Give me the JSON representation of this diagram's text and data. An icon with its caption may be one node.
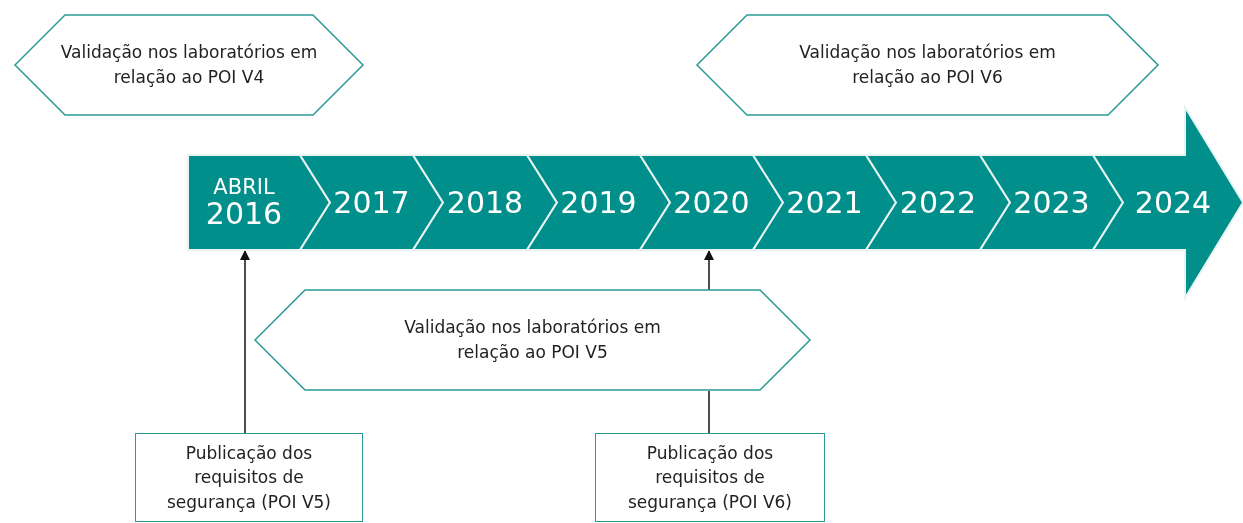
{
  "diagram": {
    "nodes": [
      {
        "text": [
          "Validação nos laboratórios em relação ao POI V4"
        ]
      },
      {
        "text": [
          "Validação nos laboratórios em relação ao POI V6"
        ]
      },
      {
        "text": [
          "ABRIL",
          "2016"
        ]
      },
      {
        "text": [
          "2017"
        ]
      },
      {
        "text": [
          "2018"
        ]
      },
      {
        "text": [
          "2019"
        ]
      },
      {
        "text": [
          "2020"
        ]
      },
      {
        "text": [
          "2021"
        ]
      },
      {
        "text": [
          "2022"
        ]
      },
      {
        "text": [
          "2023"
        ]
      },
      {
        "text": [
          "2024"
        ]
      },
      {
        "text": [
          "Validação nos laboratórios em relação ao POI V5"
        ]
      },
      {
        "text": [
          "Publicação dos requisitos de segurança (POI V5)"
        ]
      },
      {
        "text": [
          "Publicação dos requisitos de segurança (POI V6)"
        ]
      }
    ],
    "edges": [
      {
        "from": 12,
        "to": 2,
        "arrow": "to"
      },
      {
        "from": 13,
        "to": 11,
        "arrow": "none"
      },
      {
        "from": 11,
        "to": 6,
        "arrow": "to"
      }
    ]
  }
}
